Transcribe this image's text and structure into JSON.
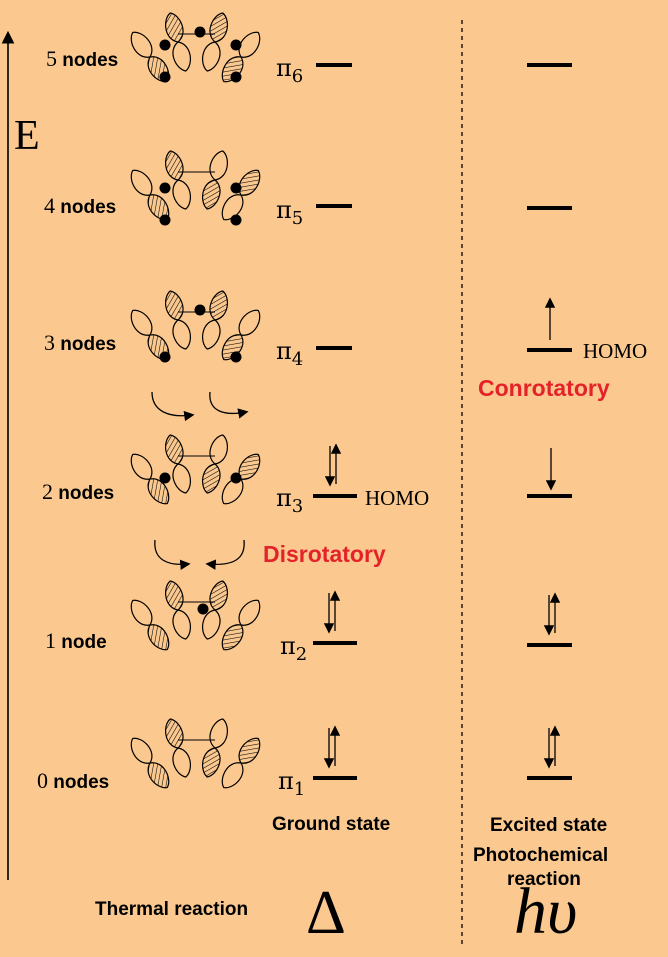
{
  "axis": {
    "label": "E"
  },
  "levels": [
    {
      "node_num": "5",
      "node_word": "nodes",
      "symbol": "π",
      "index": "6"
    },
    {
      "node_num": "4",
      "node_word": "nodes",
      "symbol": "π",
      "index": "5"
    },
    {
      "node_num": "3",
      "node_word": "nodes",
      "symbol": "π",
      "index": "4"
    },
    {
      "node_num": "2",
      "node_word": "nodes",
      "symbol": "π",
      "index": "3"
    },
    {
      "node_num": "1",
      "node_word": "node",
      "symbol": "π",
      "index": "2"
    },
    {
      "node_num": "0",
      "node_word": "nodes",
      "symbol": "π",
      "index": "1"
    }
  ],
  "labels": {
    "homo_ground": "HOMO",
    "homo_excited": "HOMO",
    "disrotatory": "Disrotatory",
    "conrotatory": "Conrotatory",
    "ground_state": "Ground state",
    "excited_state": "Excited state",
    "photochemical_line1": "Photochemical",
    "photochemical_line2": "reaction",
    "thermal_reaction": "Thermal reaction",
    "delta_symbol": "Δ",
    "hv_symbol": "hυ"
  },
  "colors": {
    "background": "#fbc98f",
    "highlight": "#e32329"
  }
}
